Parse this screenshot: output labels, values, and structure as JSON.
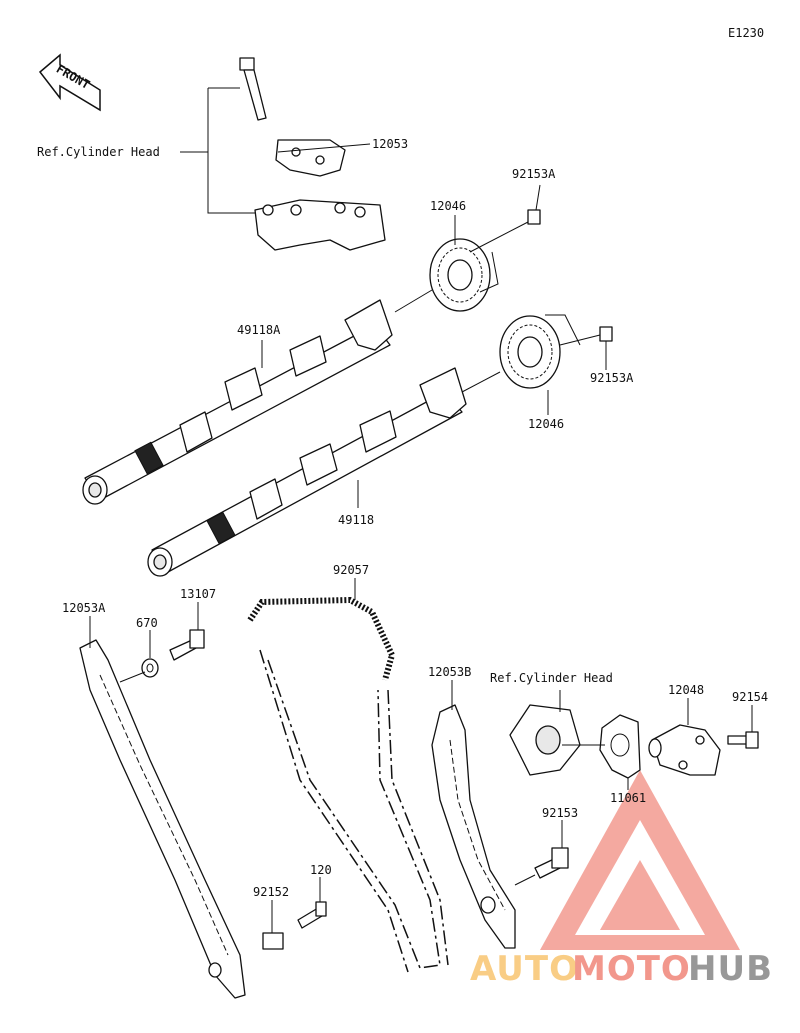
{
  "diagram_code": "E1230",
  "front_label": "FRONT",
  "callouts": {
    "ref_cylinder_head_1": "Ref.Cylinder Head",
    "ref_cylinder_head_2": "Ref.Cylinder Head",
    "p12053": "12053",
    "p92153A_top": "92153A",
    "p12046_top": "12046",
    "p49118A": "49118A",
    "p92153A_right": "92153A",
    "p12046_right": "12046",
    "p49118": "49118",
    "p92057": "92057",
    "p12053A": "12053A",
    "p670": "670",
    "p13107": "13107",
    "p12053B": "12053B",
    "p12048": "12048",
    "p92154": "92154",
    "p11061": "11061",
    "p92153": "92153",
    "p92152": "92152",
    "p120": "120"
  },
  "watermark": {
    "part1": "AUTO",
    "part2": "MOTO",
    "part3": "HUB",
    "color_primary": "#e8432f",
    "color_secondary": "#f5a623",
    "color_dark": "#444444"
  }
}
